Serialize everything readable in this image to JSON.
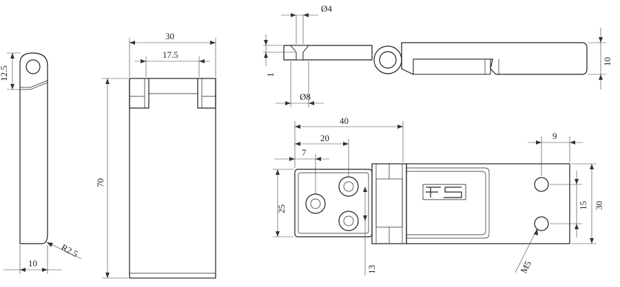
{
  "drawing": {
    "side_view": {
      "dim_top_radius": "12.5",
      "dim_fillet": "R2.5",
      "dim_width": "10"
    },
    "front_view": {
      "dim_total_width": "30",
      "dim_knuckle_width": "17.5",
      "dim_height": "70"
    },
    "section_view": {
      "dim_hole": "Ø4",
      "dim_countersink": "Ø8",
      "dim_lip": "1",
      "dim_thickness": "10"
    },
    "plan_view": {
      "dim_40": "40",
      "dim_20": "20",
      "dim_7": "7",
      "dim_9": "9",
      "dim_25": "25",
      "dim_15": "15",
      "dim_30": "30",
      "dim_13": "13",
      "thread_callout": "M5"
    }
  }
}
